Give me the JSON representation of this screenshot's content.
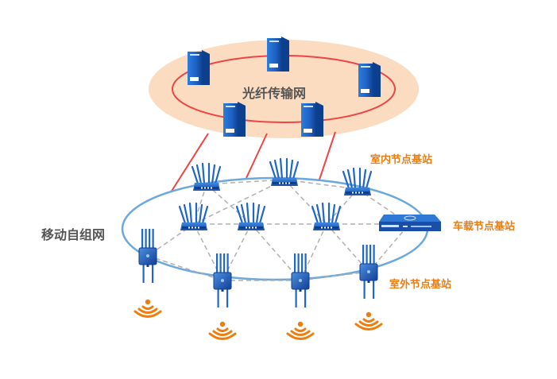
{
  "title": "移动自组网与光纤传输网组网示意图",
  "colors": {
    "fiber_zone_fill": "#fbdcc0",
    "fiber_ring": "#ee4444",
    "uplink": "#ee4444",
    "mesh_ring": "#6aa8de",
    "mesh_link": "#b0b0b0",
    "device_blue": "#1e66c8",
    "device_dark": "#0d3f8f",
    "label_gray": "#555555",
    "label_orange": "#ee7d0e",
    "signal_orange": "#ee7d0e"
  },
  "labels": {
    "fiber_network": "光纤传输网",
    "mesh_network": "移动自组网",
    "indoor_node": "室内节点基站",
    "vehicle_node": "车载节点基站",
    "outdoor_node": "室外节点基站"
  },
  "fiber_servers": [
    {
      "id": "s1"
    },
    {
      "id": "s2"
    },
    {
      "id": "s3"
    },
    {
      "id": "s4"
    },
    {
      "id": "s5"
    }
  ],
  "indoor_nodes": [
    {
      "id": "r1"
    },
    {
      "id": "r2"
    },
    {
      "id": "r3"
    },
    {
      "id": "r4"
    },
    {
      "id": "r5"
    },
    {
      "id": "r6"
    }
  ],
  "vehicle_nodes": [
    {
      "id": "v1"
    }
  ],
  "outdoor_nodes": [
    {
      "id": "o1"
    },
    {
      "id": "o2"
    },
    {
      "id": "o3"
    },
    {
      "id": "o4"
    }
  ],
  "uplinks": [
    [
      "s4",
      "r1"
    ],
    [
      "s4",
      "r2"
    ],
    [
      "s5",
      "r3"
    ]
  ],
  "mesh_links": [
    [
      "r1",
      "r2"
    ],
    [
      "r2",
      "r3"
    ],
    [
      "r1",
      "r4"
    ],
    [
      "r1",
      "r5"
    ],
    [
      "r2",
      "r4"
    ],
    [
      "r2",
      "r6"
    ],
    [
      "r3",
      "r6"
    ],
    [
      "r3",
      "v1"
    ],
    [
      "r4",
      "r5"
    ],
    [
      "r5",
      "r6"
    ],
    [
      "r6",
      "v1"
    ],
    [
      "r4",
      "o1"
    ],
    [
      "r4",
      "o2"
    ],
    [
      "r5",
      "o2"
    ],
    [
      "r5",
      "o3"
    ],
    [
      "r6",
      "o3"
    ],
    [
      "r6",
      "o4"
    ],
    [
      "o1",
      "o2"
    ],
    [
      "o2",
      "o3"
    ],
    [
      "o3",
      "o4"
    ],
    [
      "o4",
      "v1"
    ]
  ]
}
